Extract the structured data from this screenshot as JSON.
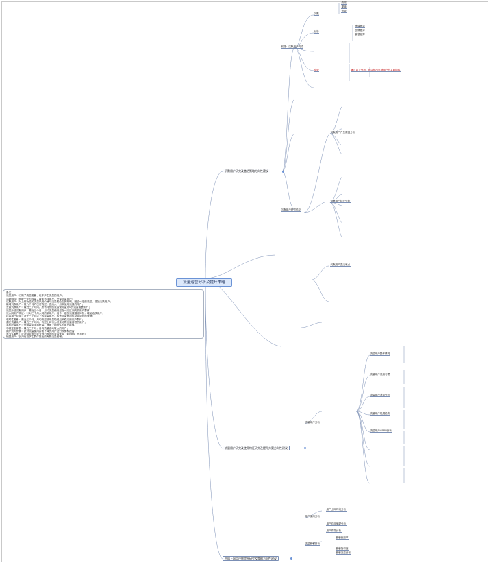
{
  "root": {
    "title": "流量运营分析及提升策略"
  },
  "notes": {
    "lines": [
      "备注：",
      "流量用户：订购了流量套餐、包本产生流量的用户；",
      "活跃融合：获取一定的流量，增加活跃用户，全量流量用户；",
      "沉默用户：对上网功能的流量采用价格与流量融合包的策略，融合一定的流量，增加活跃用户；",
      "新增沉默用户：前六个月内已订购过，连续六个月未使用流量的用户；",
      "去重沉默用户：最近三个月内，所有月份的流量使用量为0的流量套餐用户；",
      "流量升级沉默用户：最近三个月，月均流量使用量在一定区间内的用户群体；",
      "流入网用户特征：针对三个月入网的新用户，给予一定的流量赠送体验，增加活跃用户；",
      "存量用户特征：对于三个月以上的存量用户，给予流量叠加包及定向包的营销；",
      "临时性套餐：最近三个月，月均流量使用量较低且不稳定的用户群体；",
      "潜在流量用户：最近三个月内，有过上网行为但未订购流量套餐的用户；",
      "手机终端用户：使用智能手机终端，具备上网条件的用户群体；",
      "不稳定型套餐：最近三个月，月均流量波动较大的用户；",
      "用户流失预警：针对流量使用异常下降的用户进行预警和挽留；",
      "季节性套餐：针对特定季节或节假日推出的流量优惠（如NBA、世界杯）；",
      "校园用户：针对在校学生群体推出的专属流量套餐；"
    ]
  },
  "top_branch": {
    "title": "沉默用户研究及激活策略方向性建议",
    "sections": [
      {
        "title": "前提：沉默用户构成",
        "groups": [
          {
            "label": "沉默",
            "items": [
              "终端",
              "渠道",
              "资费"
            ]
          },
          {
            "label": "分析",
            "items": [
              "地域差异",
              "品牌差异",
              "套餐差异"
            ]
          },
          {
            "label": "结论",
            "items": [
              "通过以上分析，可以得出沉默用户的主要构成"
            ],
            "red": true
          }
        ]
      },
      {
        "title": "沉默用户研究结论",
        "items": [
          "沉默用户产生原因分析",
          "沉默用户特征分析",
          "沉默用户激活难点"
        ]
      }
    ]
  },
  "mid_branch": {
    "title": "流量用户研究及使用特征研究及提升方案方向性建议",
    "sections": [
      {
        "title": "流量用户分析",
        "items": [
          "流量用户整体情况",
          "流量用户使用习惯",
          "流量用户消费分析",
          "流量用户发展趋势",
          "流量用户ARPU分析"
        ]
      },
      {
        "title": "用户使用分析",
        "items": [
          "用户上网时段分析",
          "用户应用偏好分析",
          "用户终端分析"
        ]
      },
      {
        "title": "流量套餐分析",
        "items": [
          "套餐使用率",
          "套餐饱和度",
          "套餐流量分布"
        ]
      }
    ]
  },
  "bottom_branch": {
    "title": "手机上网用户数提升研究及策略方向性建议"
  },
  "colors": {
    "root_bg": "#dce8fb",
    "root_border": "#6b93d6",
    "line": "#7b8fb5",
    "red_text": "#c00000"
  }
}
